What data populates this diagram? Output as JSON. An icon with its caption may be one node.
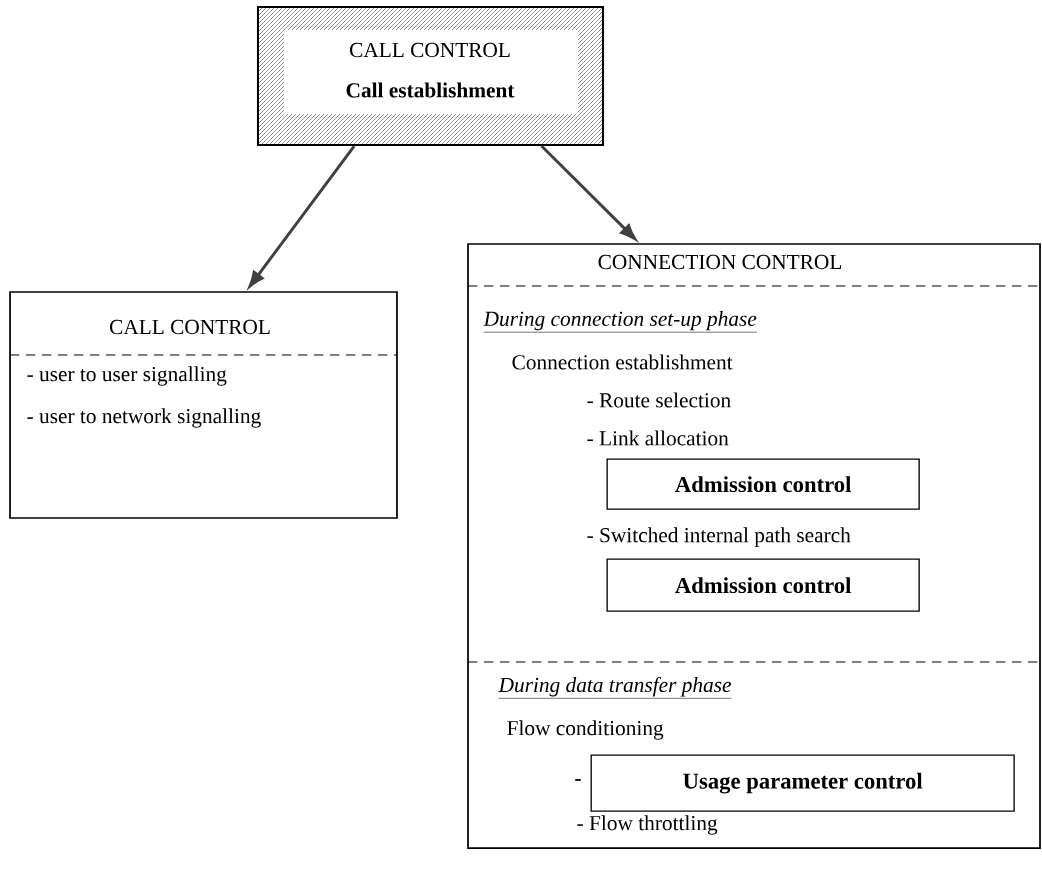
{
  "diagram": {
    "nodes": [
      {
        "text": [
          "CALL CONTROL",
          "Call establishment"
        ]
      },
      {
        "text": [
          "CALL CONTROL",
          "- user to user signalling",
          "- user to network signalling"
        ]
      },
      {
        "text": [
          "CONNECTION CONTROL",
          "During connection set-up phase",
          "Connection establishment",
          "- Route selection",
          "- Link allocation",
          "- Switched internal path search",
          "During data transfer phase",
          "Flow conditioning",
          "- Flow throttling"
        ]
      },
      {
        "text": [
          "Admission control"
        ],
        "in": 2
      },
      {
        "text": [
          "Admission control"
        ],
        "in": 2
      },
      {
        "text": [
          "Usage parameter control"
        ],
        "in": 2,
        "beside": [
          "-"
        ]
      }
    ],
    "edges": [
      {
        "from": 0,
        "to": 1,
        "arrow": "to"
      },
      {
        "from": 0,
        "to": 2,
        "arrow": "to"
      }
    ]
  }
}
